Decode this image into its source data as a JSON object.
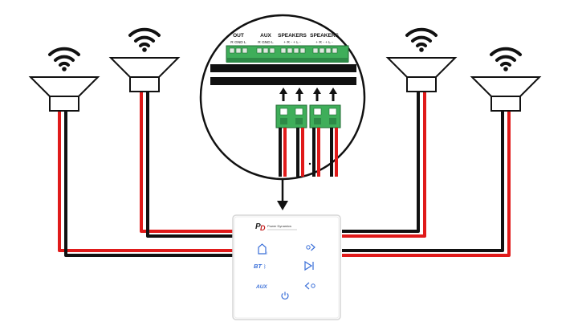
{
  "terminals": {
    "out": "OUT",
    "aux": "AUX",
    "speakers_1": "SPEAKERS",
    "speakers_2": "SPEAKERS",
    "out_sub": "R GND L",
    "aux_sub": "R GND L",
    "spk1_sub": "+ R - + L -",
    "spk2_sub": "+ R - + L -"
  },
  "panel": {
    "brand": "Power Dynamics",
    "buttons": {
      "source": "source-icon",
      "bt": "BT",
      "aux": "AUX",
      "volume_up": "volume-up-icon",
      "play_pause": "play-pause-icon",
      "volume_down": "volume-down-icon",
      "power": "power-icon"
    }
  },
  "colors": {
    "wire_red": "#e01a1a",
    "wire_black": "#111111",
    "terminal_green": "#3fae5a",
    "panel_blue": "#3a6fd8"
  },
  "speakers": [
    "speaker-far-left",
    "speaker-left",
    "speaker-right",
    "speaker-far-right"
  ]
}
